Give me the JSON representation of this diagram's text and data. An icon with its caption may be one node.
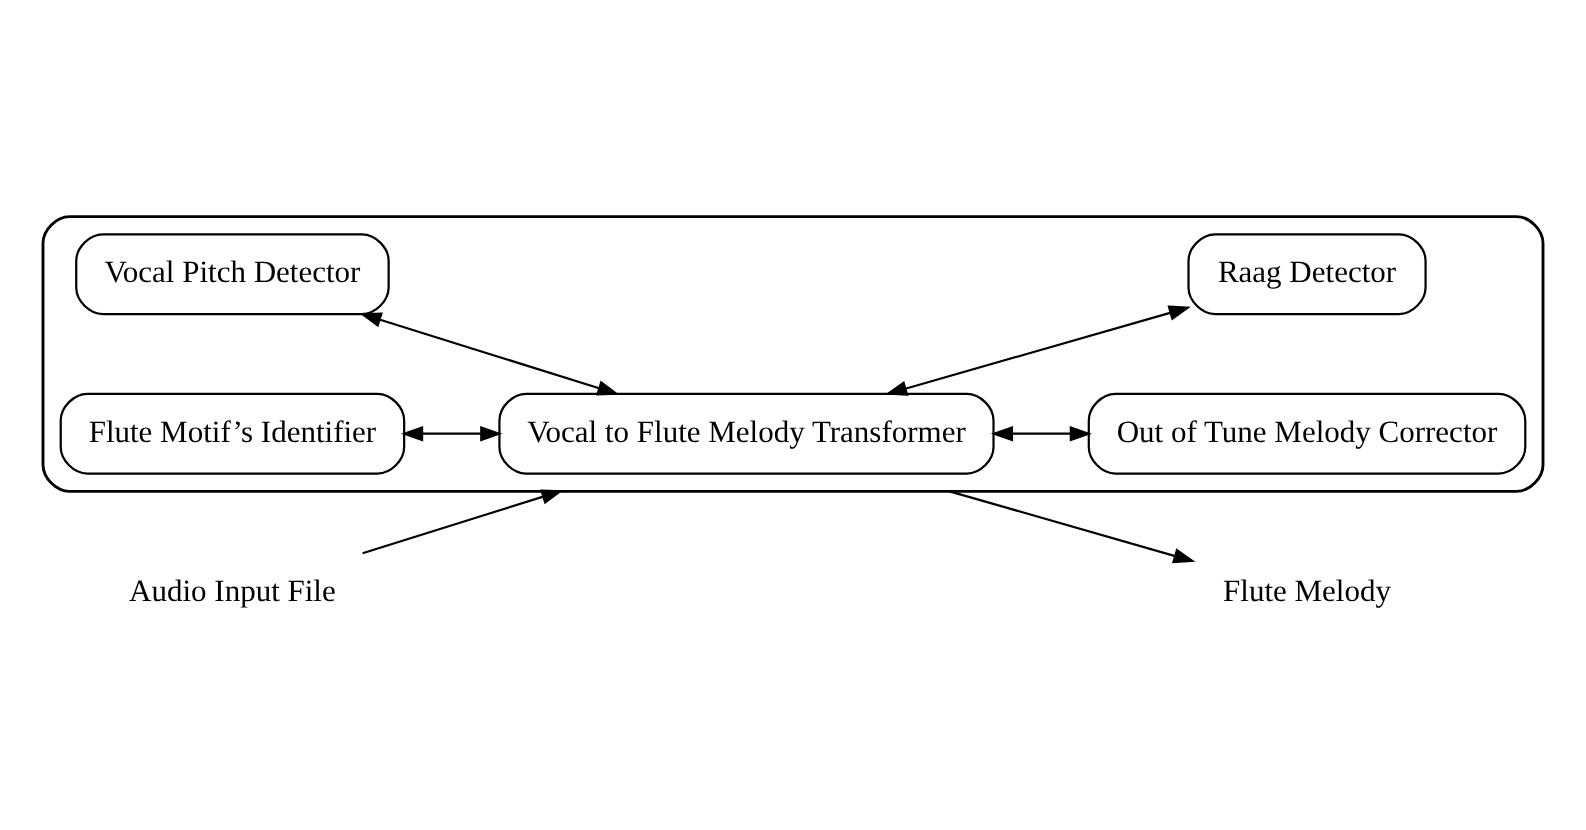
{
  "diagram": {
    "nodes": [
      {
        "text": [],
        "shape": "box"
      },
      {
        "text": [
          "Vocal Pitch Detector"
        ],
        "in": 0
      },
      {
        "text": [
          "Flute Motif’s Identifier"
        ],
        "in": 0
      },
      {
        "text": [
          "Vocal to Flute Melody Transformer"
        ],
        "in": 0
      },
      {
        "text": [
          "Out of Tune Melody Corrector"
        ],
        "in": 0
      },
      {
        "text": [
          "Raag Detector"
        ],
        "in": 0
      },
      {
        "text": [
          "Audio Input File"
        ]
      },
      {
        "text": [
          "Flute Melody"
        ]
      }
    ],
    "edges": [
      {
        "from": 6,
        "to": 0,
        "arrow": "to"
      },
      {
        "from": 0,
        "to": 7,
        "arrow": "to"
      },
      {
        "from": 1,
        "to": 3,
        "arrow": "both"
      },
      {
        "from": 2,
        "to": 3,
        "arrow": "both"
      },
      {
        "from": 3,
        "to": 4,
        "arrow": "both"
      },
      {
        "from": 3,
        "to": 5,
        "arrow": "both"
      }
    ]
  }
}
